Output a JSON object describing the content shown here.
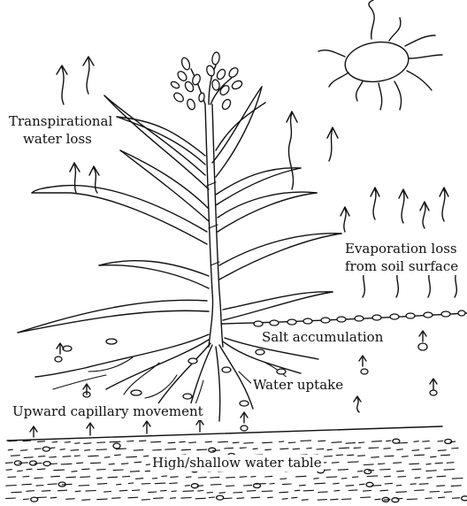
{
  "labels": {
    "transpiration_line1": "Transpirational",
    "transpiration_line2": "water loss",
    "evaporation_line1": "Evaporation loss",
    "evaporation_line2": "from soil surface",
    "salt_accumulation": "Salt accumulation",
    "water_uptake": "Water uptake",
    "capillary_movement": "Upward capillary movement",
    "water_table": "High/shallow water table"
  },
  "colors": {
    "ink": "#111111",
    "background": "#ffffff"
  },
  "icons": [
    "sun-icon",
    "vapor-arrow-icon",
    "salt-crystal-icon",
    "capillary-arrow-icon"
  ]
}
